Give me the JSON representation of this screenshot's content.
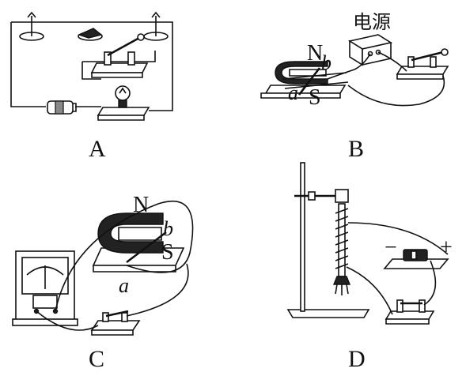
{
  "panels": [
    {
      "id": "A",
      "label": "A"
    },
    {
      "id": "B",
      "label": "B",
      "power_label": "电源",
      "north_label": "N",
      "south_label": "S",
      "rod_end_a": "a",
      "rod_end_b": "b"
    },
    {
      "id": "C",
      "label": "C",
      "north_label": "N",
      "south_label": "S",
      "rod_end_a": "a",
      "rod_end_b": "b"
    },
    {
      "id": "D",
      "label": "D",
      "minus_sign": "−",
      "plus_sign": "+"
    }
  ]
}
